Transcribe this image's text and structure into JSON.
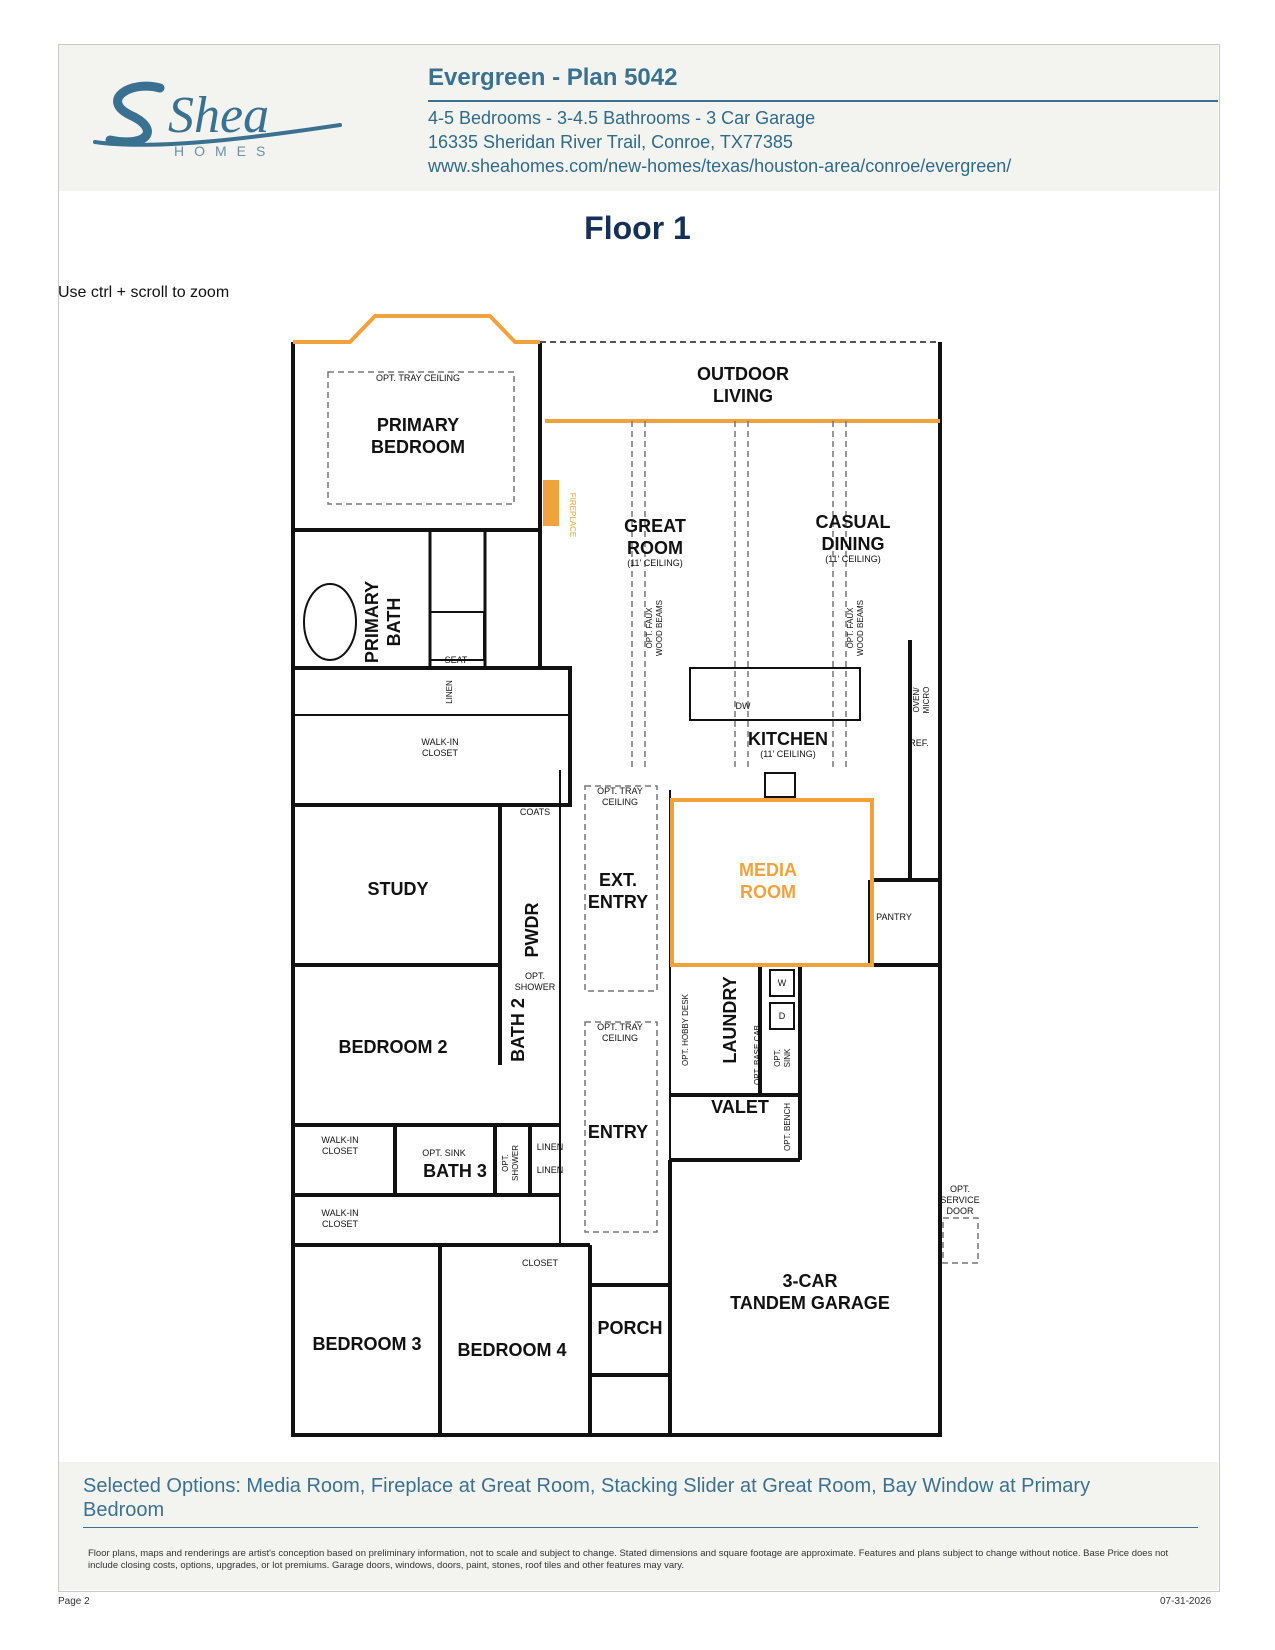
{
  "header": {
    "brand": "Shea",
    "brand_sub": "HOMES",
    "title": "Evergreen - Plan 5042",
    "specs": "4-5 Bedrooms - 3-4.5 Bathrooms - 3 Car Garage",
    "address": "16335 Sheridan River Trail, Conroe, TX77385",
    "url": "www.sheahomes.com/new-homes/texas/houston-area/conroe/evergreen/"
  },
  "floor_title": "Floor 1",
  "zoom_hint": "Use ctrl + scroll to zoom",
  "colors": {
    "accent": "#3b7190",
    "title_navy": "#16305a",
    "option_highlight": "#f2a23c",
    "wall": "#111111"
  },
  "plan": {
    "rooms": {
      "outdoor_living": [
        "OUTDOOR",
        "LIVING"
      ],
      "primary_bedroom": [
        "PRIMARY",
        "BEDROOM"
      ],
      "tray_ceiling_primary": "OPT. TRAY CEILING",
      "great_room": [
        "GREAT",
        "ROOM"
      ],
      "great_room_ceiling": "(11' CEILING)",
      "casual_dining": [
        "CASUAL",
        "DINING"
      ],
      "casual_dining_ceiling": "(11' CEILING)",
      "fireplace": "FIREPLACE",
      "faux_beams_1": [
        "OPT. FAUX",
        "WOOD BEAMS"
      ],
      "faux_beams_2": [
        "OPT. FAUX",
        "WOOD BEAMS"
      ],
      "primary_bath": [
        "PRIMARY",
        "BATH"
      ],
      "seat": "SEAT",
      "linen_primary": "LINEN",
      "walk_in_closet_primary": [
        "WALK-IN",
        "CLOSET"
      ],
      "kitchen": "KITCHEN",
      "kitchen_ceiling": "(11' CEILING)",
      "dw": "DW",
      "oven_micro": [
        "OVEN/",
        "MICRO"
      ],
      "ref": "REF.",
      "pantry": "PANTRY",
      "coats": "COATS",
      "study": "STUDY",
      "pwdr": "PWDR",
      "ext_entry": [
        "EXT.",
        "ENTRY"
      ],
      "ext_entry_tray": [
        "OPT. TRAY",
        "CEILING"
      ],
      "media_room": [
        "MEDIA",
        "ROOM"
      ],
      "opt_shower_bath2": [
        "OPT.",
        "SHOWER"
      ],
      "bath2": "BATH 2",
      "bedroom2": "BEDROOM 2",
      "hobby_desk": "OPT. HOBBY DESK",
      "laundry": "LAUNDRY",
      "washer": "W",
      "dryer": "D",
      "base_cab": "OPT. BASE CAB",
      "opt_sink_laundry": [
        "OPT.",
        "SINK"
      ],
      "valet": "VALET",
      "opt_bench": "OPT. BENCH",
      "entry": "ENTRY",
      "entry_tray": [
        "OPT. TRAY",
        "CEILING"
      ],
      "walk_in_closet_bed2": [
        "WALK-IN",
        "CLOSET"
      ],
      "opt_sink_bath3": "OPT. SINK",
      "bath3": "BATH 3",
      "opt_shower_bath3": [
        "OPT.",
        "SHOWER"
      ],
      "linen_1": "LINEN",
      "linen_2": "LINEN",
      "walk_in_closet_bed3": [
        "WALK-IN",
        "CLOSET"
      ],
      "closet_bed4": "CLOSET",
      "bedroom3": "BEDROOM 3",
      "bedroom4": "BEDROOM 4",
      "porch": "PORCH",
      "garage": [
        "3-CAR",
        "TANDEM GARAGE"
      ],
      "service_door": [
        "OPT.",
        "SERVICE",
        "DOOR"
      ]
    }
  },
  "footer": {
    "selected_options": "Selected Options: Media Room, Fireplace at Great Room, Stacking Slider at Great Room, Bay Window at Primary Bedroom",
    "disclaimer": "Floor plans, maps and renderings are artist's conception based on preliminary information, not to scale and subject to change. Stated dimensions and square footage are approximate. Features and plans subject to change without notice. Base Price does not include closing costs, options, upgrades, or lot premiums. Garage doors, windows, doors, paint, stones, roof tiles and other features may vary.",
    "page_label": "Page 2",
    "date": "07-31-2026"
  }
}
